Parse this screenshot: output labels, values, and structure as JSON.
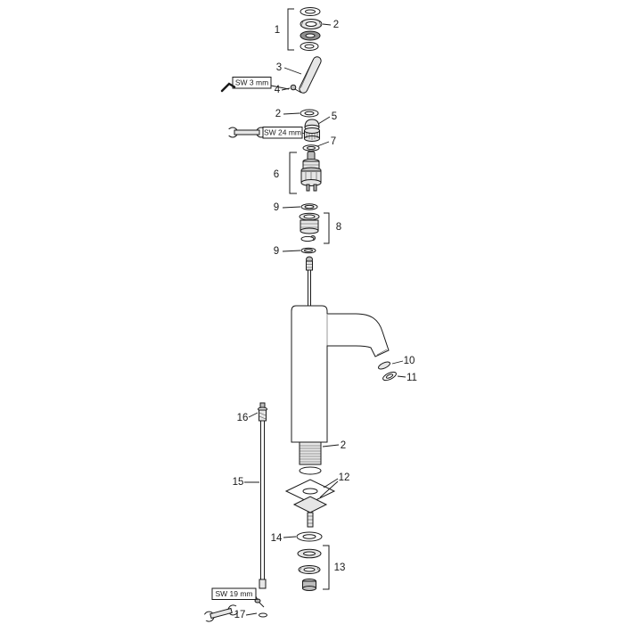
{
  "callouts": {
    "part1": "1",
    "part2_top": "2",
    "part3": "3",
    "part4": "4",
    "part2_mid": "2",
    "part5": "5",
    "part7": "7",
    "part6": "6",
    "part9_upper": "9",
    "part8": "8",
    "part9_lower": "9",
    "part10": "10",
    "part11": "11",
    "part16": "16",
    "part2_lower": "2",
    "part15": "15",
    "part12": "12",
    "part14": "14",
    "part13": "13",
    "part17": "17"
  },
  "tool_labels": {
    "sw3": "SW 3 mm",
    "sw24": "SW 24 mm",
    "sw19": "SW 19 mm"
  },
  "colors": {
    "line": "#1a1a1a",
    "fill_light": "#e6e6e6",
    "fill_mid": "#bdbdbd",
    "fill_dark": "#8f8f8f",
    "background": "#ffffff"
  }
}
